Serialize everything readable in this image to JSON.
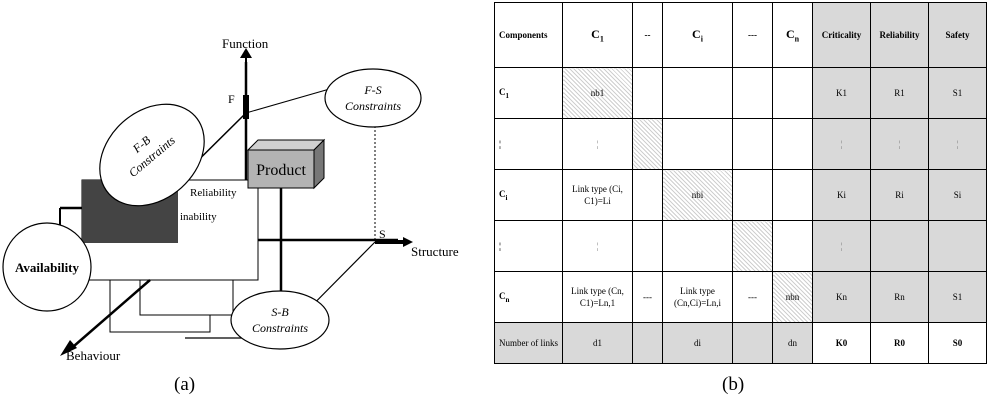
{
  "panel_a": {
    "axes": {
      "function": "Function",
      "structure": "Structure",
      "behaviour": "Behaviour",
      "f": "F",
      "s": "S"
    },
    "constraints": {
      "fs_line1": "F-S",
      "fs_line2": "Constraints",
      "fb_line1": "F-B",
      "fb_line2": "Constraints",
      "sb_line1": "S-B",
      "sb_line2": "Constraints"
    },
    "product": "Product",
    "reliability": "Reliability",
    "maintainability": "inability",
    "availability": "Availability",
    "caption": "(a)"
  },
  "panel_b": {
    "headers": [
      "Components",
      "C",
      "--",
      "C",
      "---",
      "C",
      "Criticality",
      "Reliability",
      "Safety"
    ],
    "header_subs": [
      "",
      "1",
      "",
      "i",
      "",
      "n",
      "",
      "",
      ""
    ],
    "rows": [
      {
        "head": "C",
        "head_sub": "1",
        "cells": [
          "nb1",
          "",
          "",
          "",
          "",
          "K1",
          "R1",
          "S1"
        ]
      },
      {
        "head": "¦",
        "head_sub": "",
        "cells": [
          "¦",
          "",
          "",
          "",
          "",
          "¦",
          "¦",
          "¦"
        ]
      },
      {
        "head": "C",
        "head_sub": "i",
        "cells": [
          "Link type (Ci, C1)=Li",
          "",
          "nbi",
          "",
          "",
          "Ki",
          "Ri",
          "Si"
        ]
      },
      {
        "head": "¦",
        "head_sub": "",
        "cells": [
          "¦",
          "",
          "",
          "",
          "",
          "¦",
          "",
          ""
        ]
      },
      {
        "head": "C",
        "head_sub": "n",
        "cells": [
          "Link type (Cn, C1)=Ln,1",
          "---",
          "Link type (Cn,Ci)=Ln,i",
          "---",
          "nbn",
          "Kn",
          "Rn",
          "S1"
        ]
      }
    ],
    "footer": {
      "label": "Number of links",
      "cells": [
        "d1",
        "",
        "di",
        "",
        "dn",
        "K0",
        "R0",
        "S0"
      ]
    },
    "caption": "(b)"
  }
}
